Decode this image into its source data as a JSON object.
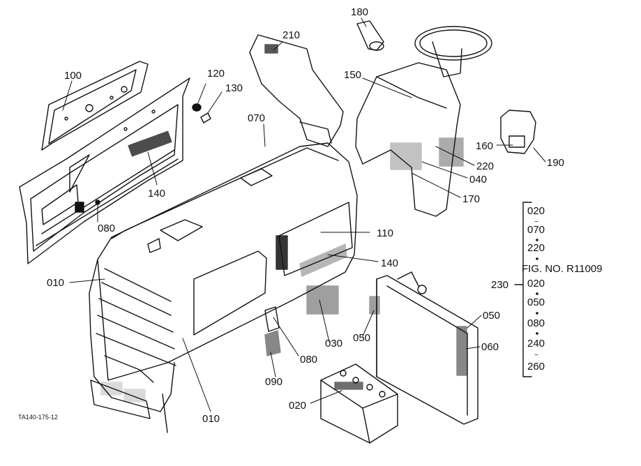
{
  "diagram": {
    "drawing_code": "TA140-175-12",
    "callouts": {
      "c100": "100",
      "c120": "120",
      "c130": "130",
      "c140a": "140",
      "c080a": "080",
      "c210": "210",
      "c070": "070",
      "c180": "180",
      "c150": "150",
      "c160": "160",
      "c190": "190",
      "c220": "220",
      "c040": "040",
      "c170": "170",
      "c110": "110",
      "c140b": "140",
      "c010a": "010",
      "c010b": "010",
      "c080b": "080",
      "c030": "030",
      "c050a": "050",
      "c090": "090",
      "c020": "020",
      "c050b": "050",
      "c060": "060",
      "c230": "230"
    },
    "reference_list": {
      "r1": "020",
      "r2": "070",
      "r3": "220",
      "r4": "FIG. NO. R11009",
      "r5": "020",
      "r6": "050",
      "r7": "080",
      "r8": "240",
      "r9": "260"
    }
  }
}
